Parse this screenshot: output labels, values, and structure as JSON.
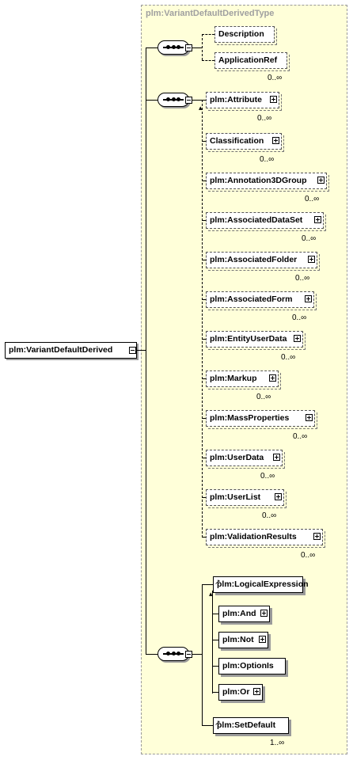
{
  "diagram": {
    "root": "plm:VariantDefaultDerived",
    "type_label": "plm:VariantDefaultDerivedType",
    "group1": [
      {
        "label": "Description",
        "card": ""
      },
      {
        "label": "ApplicationRef",
        "card": "0..∞"
      }
    ],
    "group2": [
      {
        "label": "plm:Attribute",
        "card": "0..∞"
      },
      {
        "label": "Classification",
        "card": "0..∞"
      },
      {
        "label": "plm:Annotation3DGroup",
        "card": "0..∞"
      },
      {
        "label": "plm:AssociatedDataSet",
        "card": "0..∞"
      },
      {
        "label": "plm:AssociatedFolder",
        "card": "0..∞"
      },
      {
        "label": "plm:AssociatedForm",
        "card": "0..∞"
      },
      {
        "label": "plm:EntityUserData",
        "card": "0..∞"
      },
      {
        "label": "plm:Markup",
        "card": "0..∞"
      },
      {
        "label": "plm:MassProperties",
        "card": "0..∞"
      },
      {
        "label": "plm:UserData",
        "card": "0..∞"
      },
      {
        "label": "plm:UserList",
        "card": "0..∞"
      },
      {
        "label": "plm:ValidationResults",
        "card": "0..∞"
      }
    ],
    "group3": [
      {
        "label": "plm:LogicalExpression",
        "card": ""
      },
      {
        "label": "plm:And",
        "card": ""
      },
      {
        "label": "plm:Not",
        "card": ""
      },
      {
        "label": "plm:OptionIs",
        "card": ""
      },
      {
        "label": "plm:Or",
        "card": ""
      },
      {
        "label": "plm:SetDefault",
        "card": "1..∞"
      }
    ]
  }
}
